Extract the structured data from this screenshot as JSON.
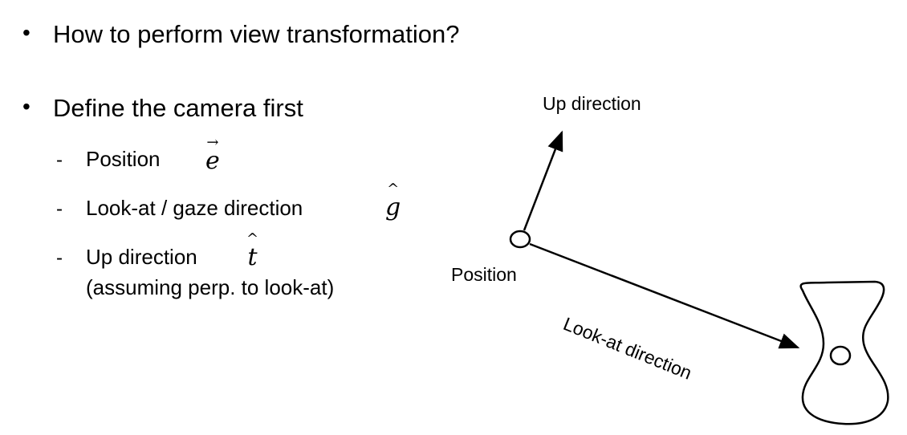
{
  "bullets": [
    {
      "text": "How to perform view transformation?"
    },
    {
      "text": "Define the camera first"
    }
  ],
  "sub_items": [
    {
      "text": "Position",
      "symbol": "e",
      "accent": "→"
    },
    {
      "text": "Look-at / gaze direction",
      "symbol": "g",
      "accent": "^"
    },
    {
      "text": "Up direction",
      "symbol": "t",
      "accent": "^",
      "note": "(assuming perp. to look-at)"
    }
  ],
  "diagram": {
    "up_label": "Up direction",
    "position_label": "Position",
    "lookat_label": "Look-at direction"
  }
}
